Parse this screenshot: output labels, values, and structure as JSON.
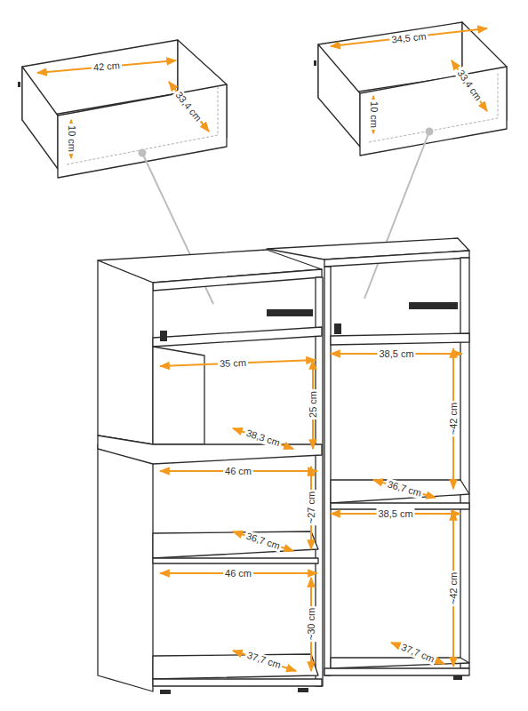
{
  "diagram": {
    "labels": [
      "42 cm",
      "33,4 cm",
      "10 cm",
      "34,5 cm",
      "33,4 cm",
      "10 cm",
      "35 cm",
      "25 cm",
      "38,5 cm",
      "~42 cm",
      "38,3 cm",
      "46 cm",
      "~27 cm",
      "36,7 cm",
      "38,5 cm",
      "36,7 cm",
      "46 cm",
      "~30 cm",
      "~42 cm",
      "37,7 cm",
      "37,7 cm"
    ]
  }
}
